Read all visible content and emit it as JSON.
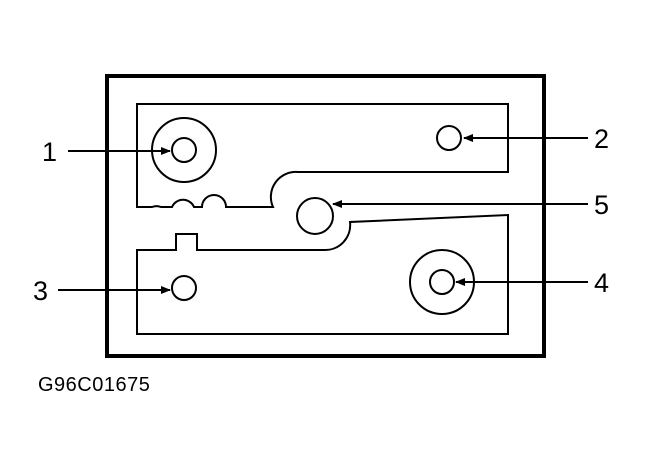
{
  "diagram": {
    "figure_id": "G96C01675",
    "callouts": [
      {
        "id": "1",
        "label": "1"
      },
      {
        "id": "2",
        "label": "2"
      },
      {
        "id": "3",
        "label": "3"
      },
      {
        "id": "4",
        "label": "4"
      },
      {
        "id": "5",
        "label": "5"
      }
    ],
    "colors": {
      "line": "#000000",
      "background": "#ffffff"
    }
  }
}
